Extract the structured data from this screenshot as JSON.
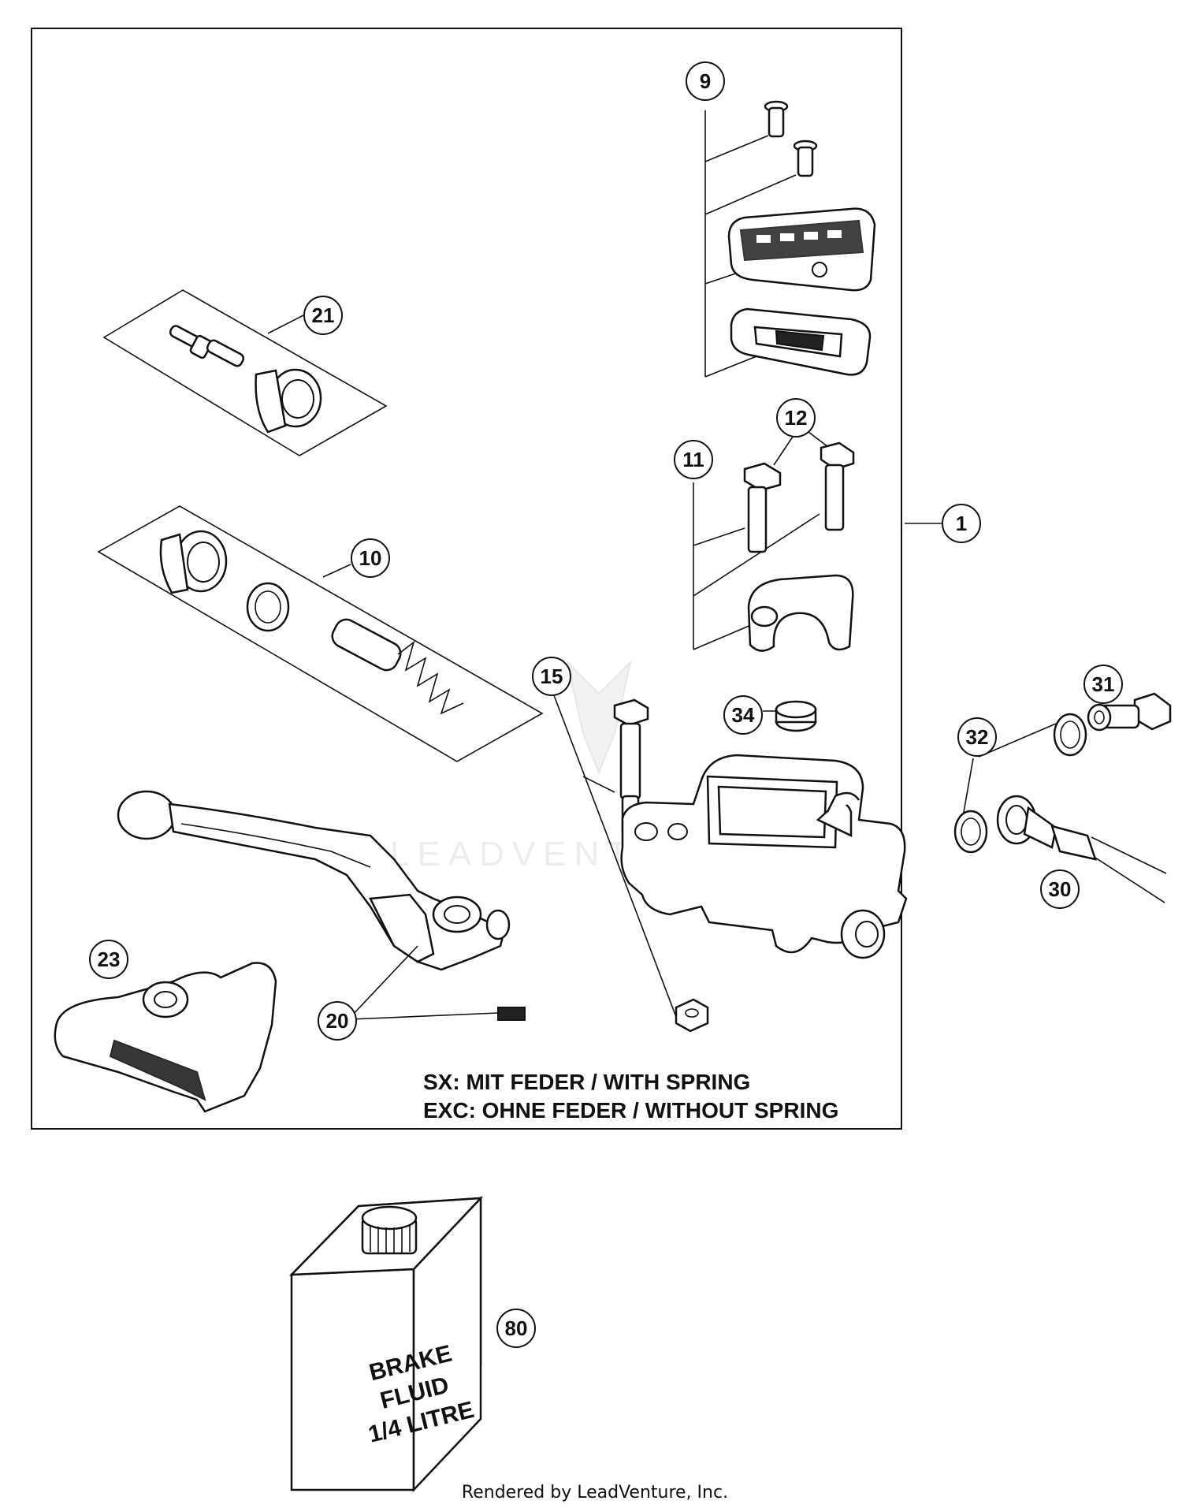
{
  "callouts": [
    {
      "id": "c9",
      "label": "9"
    },
    {
      "id": "c21",
      "label": "21"
    },
    {
      "id": "c12",
      "label": "12"
    },
    {
      "id": "c11",
      "label": "11"
    },
    {
      "id": "c1",
      "label": "1"
    },
    {
      "id": "c10",
      "label": "10"
    },
    {
      "id": "c15",
      "label": "15"
    },
    {
      "id": "c34",
      "label": "34"
    },
    {
      "id": "c31",
      "label": "31"
    },
    {
      "id": "c32",
      "label": "32"
    },
    {
      "id": "c30",
      "label": "30"
    },
    {
      "id": "c23",
      "label": "23"
    },
    {
      "id": "c20",
      "label": "20"
    },
    {
      "id": "c80",
      "label": "80"
    }
  ],
  "note": {
    "line1": "SX: MIT FEDER / WITH SPRING",
    "line2": "EXC: OHNE FEDER / WITHOUT SPRING"
  },
  "brake_fluid": {
    "line1": "BRAKE",
    "line2": "FLUID",
    "line3": "1/4 LITRE"
  },
  "watermark": "LEADVENTURE",
  "footer": "Rendered by LeadVenture, Inc."
}
